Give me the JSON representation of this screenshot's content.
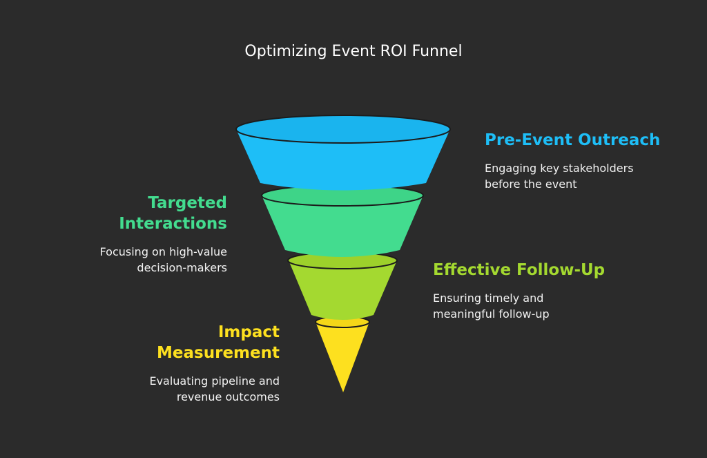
{
  "title": "Optimizing Event ROI Funnel",
  "stages": [
    {
      "heading": "Pre-Event Outreach",
      "description_lines": [
        "Engaging key stakeholders",
        "before the event"
      ],
      "color": "#1ebef7",
      "rim_color": "#1ab4ee"
    },
    {
      "heading_lines": [
        "Targeted",
        "Interactions"
      ],
      "description_lines": [
        "Focusing on high-value",
        "decision-makers"
      ],
      "color": "#43dc8f",
      "rim_color": "#3ed488"
    },
    {
      "heading": "Effective Follow-Up",
      "description_lines": [
        "Ensuring timely and",
        "meaningful follow-up"
      ],
      "color": "#a4d930",
      "rim_color": "#9dd12b"
    },
    {
      "heading_lines": [
        "Impact",
        "Measurement"
      ],
      "description_lines": [
        "Evaluating pipeline and",
        "revenue outcomes"
      ],
      "color": "#fde01f",
      "rim_color": "#f4d718"
    }
  ],
  "background": "#2b2b2b",
  "separator_color": "#1c1c1c"
}
